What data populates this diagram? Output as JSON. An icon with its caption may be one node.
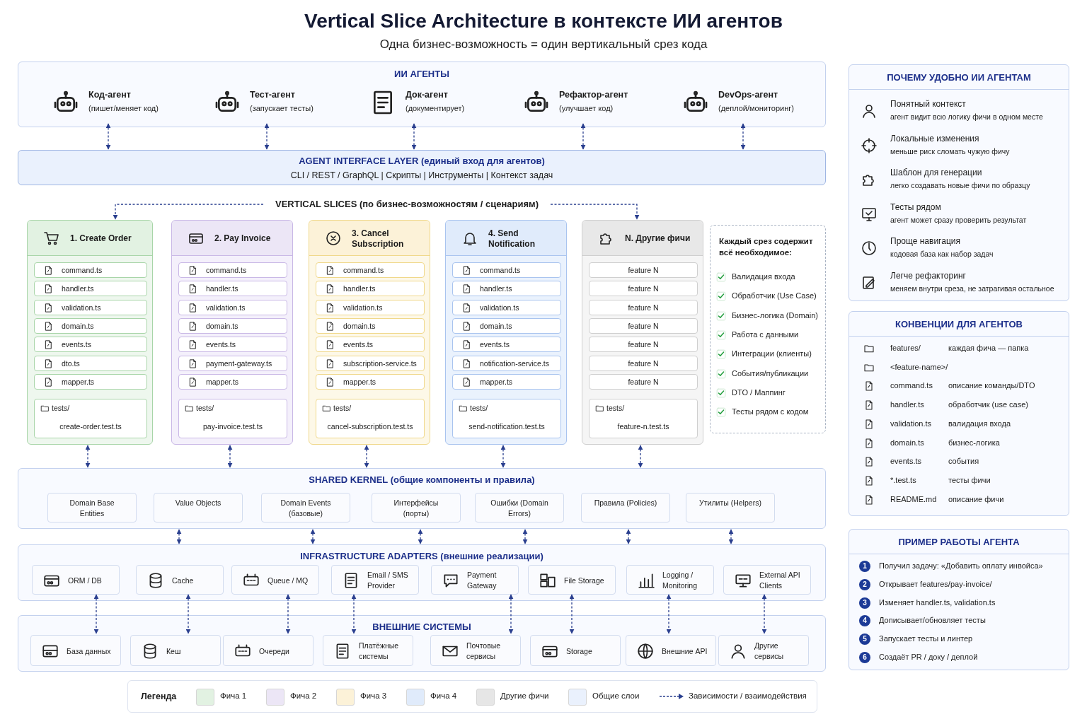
{
  "diagram": {
    "title": "Vertical Slice Architecture в контексте ИИ агентов",
    "nodes": [
      {
        "text": [
          "ИИ АГЕНТЫ"
        ]
      },
      {
        "text": [
          "Код-агент",
          "(пишет/меняет код)"
        ],
        "in": 0
      },
      {
        "text": [
          "Тест-агент",
          "(запускает тесты)"
        ],
        "in": 0
      },
      {
        "text": [
          "Док-агент",
          "(документирует)"
        ],
        "in": 0
      },
      {
        "text": [
          "Рефактор-агент",
          "(улучшает код)"
        ],
        "in": 0
      },
      {
        "text": [
          "DevOps-агент",
          "(деплой/мониторинг)"
        ],
        "in": 0
      },
      {
        "text": [
          "AGENT INTERFACE LAYER (единый вход для агентов)",
          "CLI / REST / GraphQL | Скрипты | Инструменты | Контекст задач"
        ]
      },
      {
        "text": [
          "VERTICAL SLICES (по бизнес-возможностям / сценариям)"
        ]
      },
      {
        "text": [
          "1. Create Order"
        ]
      },
      {
        "text": [
          "command.ts"
        ],
        "in": 8
      },
      {
        "text": [
          "handler.ts"
        ],
        "in": 8
      },
      {
        "text": [
          "validation.ts"
        ],
        "in": 8
      },
      {
        "text": [
          "domain.ts"
        ],
        "in": 8
      },
      {
        "text": [
          "events.ts"
        ],
        "in": 8
      },
      {
        "text": [
          "dto.ts"
        ],
        "in": 8
      },
      {
        "text": [
          "mapper.ts"
        ],
        "in": 8
      },
      {
        "text": [
          "tests/",
          "create-order.test.ts"
        ],
        "in": 8
      },
      {
        "text": [
          "2. Pay Invoice"
        ]
      },
      {
        "text": [
          "command.ts"
        ],
        "in": 17
      },
      {
        "text": [
          "handler.ts"
        ],
        "in": 17
      },
      {
        "text": [
          "validation.ts"
        ],
        "in": 17
      },
      {
        "text": [
          "domain.ts"
        ],
        "in": 17
      },
      {
        "text": [
          "events.ts"
        ],
        "in": 17
      },
      {
        "text": [
          "payment-gateway.ts"
        ],
        "in": 17
      },
      {
        "text": [
          "mapper.ts"
        ],
        "in": 17
      },
      {
        "text": [
          "tests/",
          "pay-invoice.test.ts"
        ],
        "in": 17
      },
      {
        "text": [
          "3. Cancel Subscription"
        ]
      },
      {
        "text": [
          "command.ts"
        ],
        "in": 26
      },
      {
        "text": [
          "handler.ts"
        ],
        "in": 26
      },
      {
        "text": [
          "validation.ts"
        ],
        "in": 26
      },
      {
        "text": [
          "domain.ts"
        ],
        "in": 26
      },
      {
        "text": [
          "events.ts"
        ],
        "in": 26
      },
      {
        "text": [
          "subscription-service.ts"
        ],
        "in": 26
      },
      {
        "text": [
          "mapper.ts"
        ],
        "in": 26
      },
      {
        "text": [
          "tests/",
          "cancel-subscription.test.ts"
        ],
        "in": 26
      },
      {
        "text": [
          "4. Send Notification"
        ]
      },
      {
        "text": [
          "command.ts"
        ],
        "in": 35
      },
      {
        "text": [
          "handler.ts"
        ],
        "in": 35
      },
      {
        "text": [
          "validation.ts"
        ],
        "in": 35
      },
      {
        "text": [
          "domain.ts"
        ],
        "in": 35
      },
      {
        "text": [
          "events.ts"
        ],
        "in": 35
      },
      {
        "text": [
          "notification-service.ts"
        ],
        "in": 35
      },
      {
        "text": [
          "mapper.ts"
        ],
        "in": 35
      },
      {
        "text": [
          "tests/",
          "send-notification.test.ts"
        ],
        "in": 35
      },
      {
        "text": [
          "N. Другие фичи"
        ]
      },
      {
        "text": [
          "feature N"
        ],
        "in": 44
      },
      {
        "text": [
          "feature N"
        ],
        "in": 44
      },
      {
        "text": [
          "feature N"
        ],
        "in": 44
      },
      {
        "text": [
          "feature N"
        ],
        "in": 44
      },
      {
        "text": [
          "feature N"
        ],
        "in": 44
      },
      {
        "text": [
          "feature N"
        ],
        "in": 44
      },
      {
        "text": [
          "feature N"
        ],
        "in": 44
      },
      {
        "text": [
          "tests/",
          "feature-n.test.ts"
        ],
        "in": 44
      },
      {
        "text": [
          "Каждый срез содержит всё необходимое:",
          "Валидация входа",
          "Обработчик (Use Case)",
          "Бизнес-логика (Domain)",
          "Работа с данными",
          "Интеграции (клиенты)",
          "События/публикации",
          "DTO / Маппинг",
          "Тесты рядом с кодом"
        ]
      },
      {
        "text": [
          "SHARED KERNEL (общие компоненты и правила)"
        ]
      },
      {
        "text": [
          "Domain Base Entities"
        ],
        "in": 54
      },
      {
        "text": [
          "Value Objects"
        ],
        "in": 54
      },
      {
        "text": [
          "Domain Events (базовые)"
        ],
        "in": 54
      },
      {
        "text": [
          "Интерфейсы (порты)"
        ],
        "in": 54
      },
      {
        "text": [
          "Ошибки (Domain Errors)"
        ],
        "in": 54
      },
      {
        "text": [
          "Правила (Policies)"
        ],
        "in": 54
      },
      {
        "text": [
          "Утилиты (Helpers)"
        ],
        "in": 54
      },
      {
        "text": [
          "INFRASTRUCTURE ADAPTERS (внешние реализации)"
        ]
      },
      {
        "text": [
          "ORM / DB"
        ],
        "in": 62
      },
      {
        "text": [
          "Cache"
        ],
        "in": 62
      },
      {
        "text": [
          "Queue / MQ"
        ],
        "in": 62
      },
      {
        "text": [
          "Email / SMS Provider"
        ],
        "in": 62
      },
      {
        "text": [
          "Payment Gateway"
        ],
        "in": 62
      },
      {
        "text": [
          "File Storage"
        ],
        "in": 62
      },
      {
        "text": [
          "Logging / Monitoring"
        ],
        "in": 62
      },
      {
        "text": [
          "External API Clients"
        ],
        "in": 62
      },
      {
        "text": [
          "ВНЕШНИЕ СИСТЕМЫ"
        ]
      },
      {
        "text": [
          "База данных"
        ],
        "in": 71
      },
      {
        "text": [
          "Кеш"
        ],
        "in": 71
      },
      {
        "text": [
          "Очереди"
        ],
        "in": 71
      },
      {
        "text": [
          "Платёжные системы"
        ],
        "in": 71
      },
      {
        "text": [
          "Почтовые сервисы"
        ],
        "in": 71
      },
      {
        "text": [
          "Storage"
        ],
        "in": 71
      },
      {
        "text": [
          "Внешние API"
        ],
        "in": 71
      },
      {
        "text": [
          "Другие сервисы"
        ],
        "in": 71
      },
      {
        "text": [
          "ПОЧЕМУ УДОБНО ИИ АГЕНТАМ"
        ]
      },
      {
        "text": [
          "Понятный контекст",
          "агент видит всю логику фичи в одном месте"
        ],
        "in": 80
      },
      {
        "text": [
          "Локальные изменения",
          "меньше риск сломать чужую фичу"
        ],
        "in": 80
      },
      {
        "text": [
          "Шаблон для генерации",
          "легко создавать новые фичи по образцу"
        ],
        "in": 80
      },
      {
        "text": [
          "Тесты рядом",
          "агент может сразу проверить результат"
        ],
        "in": 80
      },
      {
        "text": [
          "Проще навигация",
          "кодовая база как набор задач"
        ],
        "in": 80
      },
      {
        "text": [
          "Легче рефакторинг",
          "меняем внутри среза, не затрагивая остальное"
        ],
        "in": 80
      },
      {
        "text": [
          "КОНВЕНЦИИ ДЛЯ АГЕНТОВ"
        ]
      },
      {
        "text": [
          "features/",
          "каждая фича — папка"
        ],
        "in": 87
      },
      {
        "text": [
          "<feature-name>/"
        ],
        "in": 87
      },
      {
        "text": [
          "command.ts",
          "описание команды/DTO"
        ],
        "in": 87
      },
      {
        "text": [
          "handler.ts",
          "обработчик (use case)"
        ],
        "in": 87
      },
      {
        "text": [
          "validation.ts",
          "валидация входа"
        ],
        "in": 87
      },
      {
        "text": [
          "domain.ts",
          "бизнес-логика"
        ],
        "in": 87
      },
      {
        "text": [
          "events.ts",
          "события"
        ],
        "in": 87
      },
      {
        "text": [
          "*.test.ts",
          "тесты фичи"
        ],
        "in": 87
      },
      {
        "text": [
          "README.md",
          "описание фичи"
        ],
        "in": 87
      },
      {
        "text": [
          "ПРИМЕР РАБОТЫ АГЕНТА"
        ]
      },
      {
        "text": [
          "1"
        ],
        "in": 97,
        "beside": [
          "Получил задачу: «Добавить оплату инвойса»"
        ]
      },
      {
        "text": [
          "2"
        ],
        "in": 97,
        "beside": [
          "Открывает features/pay-invoice/"
        ]
      },
      {
        "text": [
          "3"
        ],
        "in": 97,
        "beside": [
          "Изменяет handler.ts, validation.ts"
        ]
      },
      {
        "text": [
          "4"
        ],
        "in": 97,
        "beside": [
          "Дописывает/обновляет тесты"
        ]
      },
      {
        "text": [
          "5"
        ],
        "in": 97,
        "beside": [
          "Запускает тесты и линтер"
        ]
      },
      {
        "text": [
          "6"
        ],
        "in": 97,
        "beside": [
          "Создаёт PR / доку / деплой"
        ]
      }
    ],
    "edges": [
      {
        "from": 1,
        "to": 6,
        "arrow": "both",
        "style": "dashed"
      },
      {
        "from": 2,
        "to": 6,
        "arrow": "both",
        "style": "dashed"
      },
      {
        "from": 3,
        "to": 6,
        "arrow": "both",
        "style": "dashed"
      },
      {
        "from": 4,
        "to": 6,
        "arrow": "both",
        "style": "dashed"
      },
      {
        "from": 5,
        "to": 6,
        "arrow": "both",
        "style": "dashed"
      },
      {
        "from": 7,
        "to": 8,
        "arrow": "to",
        "style": "dashed"
      },
      {
        "from": 7,
        "to": 44,
        "arrow": "to",
        "style": "dashed"
      },
      {
        "from": 8,
        "to": 54,
        "arrow": "both",
        "style": "dashed"
      },
      {
        "from": 17,
        "to": 54,
        "arrow": "both",
        "style": "dashed"
      },
      {
        "from": 26,
        "to": 54,
        "arrow": "both",
        "style": "dashed"
      },
      {
        "from": 35,
        "to": 54,
        "arrow": "both",
        "style": "dashed"
      },
      {
        "from": 44,
        "to": 54,
        "arrow": "both",
        "style": "dashed"
      },
      {
        "from": 54,
        "to": 62,
        "arrow": "both",
        "style": "dashed"
      },
      {
        "from": 54,
        "to": 62,
        "arrow": "both",
        "style": "dashed"
      },
      {
        "from": 54,
        "to": 62,
        "arrow": "both",
        "style": "dashed"
      },
      {
        "from": 54,
        "to": 62,
        "arrow": "both",
        "style": "dashed"
      },
      {
        "from": 54,
        "to": 62,
        "arrow": "both",
        "style": "dashed"
      },
      {
        "from": 54,
        "to": 62,
        "arrow": "both",
        "style": "dashed"
      },
      {
        "from": 63,
        "to": 72,
        "arrow": "both",
        "style": "dashed"
      },
      {
        "from": 64,
        "to": 73,
        "arrow": "both",
        "style": "dashed"
      },
      {
        "from": 65,
        "to": 74,
        "arrow": "both",
        "style": "dashed"
      },
      {
        "from": 66,
        "to": 75,
        "arrow": "both",
        "style": "dashed"
      },
      {
        "from": 67,
        "to": 76,
        "arrow": "both",
        "style": "dashed"
      },
      {
        "from": 68,
        "to": 77,
        "arrow": "both",
        "style": "dashed"
      },
      {
        "from": 69,
        "to": 78,
        "arrow": "both",
        "style": "dashed"
      },
      {
        "from": 70,
        "to": 79,
        "arrow": "both",
        "style": "dashed"
      }
    ],
    "labels": [
      "Одна бизнес-возможность = один вертикальный срез кода",
      "Легенда"
    ],
    "legend": [
      {
        "text": "Фича 1",
        "color": "#e2f2e2"
      },
      {
        "text": "Фича 2",
        "color": "#ece6f6"
      },
      {
        "text": "Фича 3",
        "color": "#fcf2d8"
      },
      {
        "text": "Фича 4",
        "color": "#e0ebfb"
      },
      {
        "text": "Другие фичи",
        "color": "#e6e6e6"
      },
      {
        "text": "Общие слои",
        "color": "#eaf1fd"
      },
      {
        "text": "Зависимости / взаимодействия"
      }
    ]
  }
}
